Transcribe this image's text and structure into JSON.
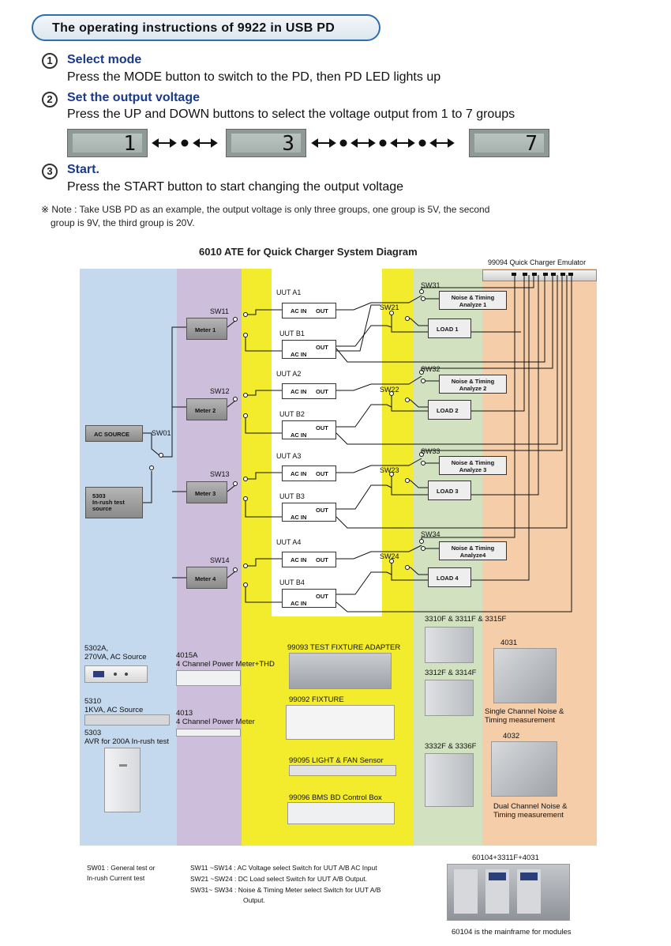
{
  "header": {
    "title": "The operating instructions of 9922 in USB PD"
  },
  "steps": [
    {
      "num": "1",
      "title": "Select mode",
      "desc": "Press the MODE button to switch to the PD, then PD LED lights up"
    },
    {
      "num": "2",
      "title": "Set the output voltage",
      "desc": "Press the UP and DOWN buttons to select the voltage output from 1 to 7 groups"
    },
    {
      "num": "3",
      "title": "Start.",
      "desc": "Press the START button to start changing the output voltage"
    }
  ],
  "displays": [
    "1",
    "3",
    "7"
  ],
  "note": {
    "line1": "※ Note : Take USB PD as an example, the output voltage is only three groups, one group is 5V, the second",
    "line2": "group is 9V, the third group is 20V."
  },
  "diagram": {
    "title": "6010 ATE for Quick Charger System Diagram",
    "emulator": "99094 Quick Charger Emulator",
    "ac_source": "AC SOURCE",
    "sw01": "SW01",
    "inrush": [
      "5303",
      "In-rush test",
      "source"
    ],
    "meters": [
      "Meter 1",
      "Meter 2",
      "Meter 3",
      "Meter 4"
    ],
    "sw_meter": [
      "SW11",
      "SW12",
      "SW13",
      "SW14"
    ],
    "uut_a": [
      "UUT A1",
      "UUT A2",
      "UUT A3",
      "UUT A4"
    ],
    "uut_b": [
      "UUT B1",
      "UUT B2",
      "UUT B3",
      "UUT B4"
    ],
    "ac_in": "AC IN",
    "out": "OUT",
    "sw_load": [
      "SW21",
      "SW22",
      "SW23",
      "SW24"
    ],
    "sw_noise": [
      "SW31",
      "SW32",
      "SW33",
      "SW34"
    ],
    "noise": [
      [
        "Noise & Timing",
        "Analyze 1"
      ],
      [
        "Noise & Timing",
        "Analyze 2"
      ],
      [
        "Noise & Timing",
        "Analyze 3"
      ],
      [
        "Noise & Timing",
        "Analyze4"
      ]
    ],
    "loads": [
      "LOAD 1",
      "LOAD 2",
      "LOAD 3",
      "LOAD 4"
    ]
  },
  "equipment": {
    "e5302a": [
      "5302A,",
      "270VA, AC Source"
    ],
    "e5310": [
      "5310",
      "1KVA, AC Source"
    ],
    "e5303": [
      "5303",
      "AVR for 200A In-rush test"
    ],
    "e4015a": [
      "4015A",
      "4 Channel Power Meter+THD"
    ],
    "e4013": [
      "4013",
      "4 Channel Power Meter"
    ],
    "f99093": "99093 TEST FIXTURE ADAPTER",
    "f99092": "99092 FIXTURE",
    "f99095": "99095 LIGHT & FAN Sensor",
    "f99096": "99096 BMS BD Control Box",
    "l1": "3310F & 3311F & 3315F",
    "l2": "3312F & 3314F",
    "l3": "3332F & 3336F",
    "n4031": "4031",
    "n4031_desc": [
      "Single Channel Noise &",
      "Timing measurement"
    ],
    "n4032": "4032",
    "n4032_desc": [
      "Dual Channel Noise &",
      "Timing measurement"
    ]
  },
  "legend": {
    "sw01": [
      "SW01 : General test or",
      "In-rush Current test"
    ],
    "sw11": "SW11 ~SW14 : AC Voltage select Switch for UUT A/B AC Input",
    "sw21": "SW21 ~SW24 : DC Load select Switch for UUT A/B Output.",
    "sw31": [
      "SW31~ SW34 : Noise & Timing Meter select Switch for UUT A/B",
      "Output."
    ]
  },
  "mainframe": {
    "title": "60104+3311F+4031",
    "caption": "60104 is the mainframe for modules"
  },
  "colors": {
    "blue_band": "#c4d8ee",
    "purple_band": "#cdbfdc",
    "yellow_band": "#f2ec2c",
    "green_band": "#d2e2c0",
    "orange_band": "#f6cda9",
    "heading": "#1a3a8a"
  }
}
